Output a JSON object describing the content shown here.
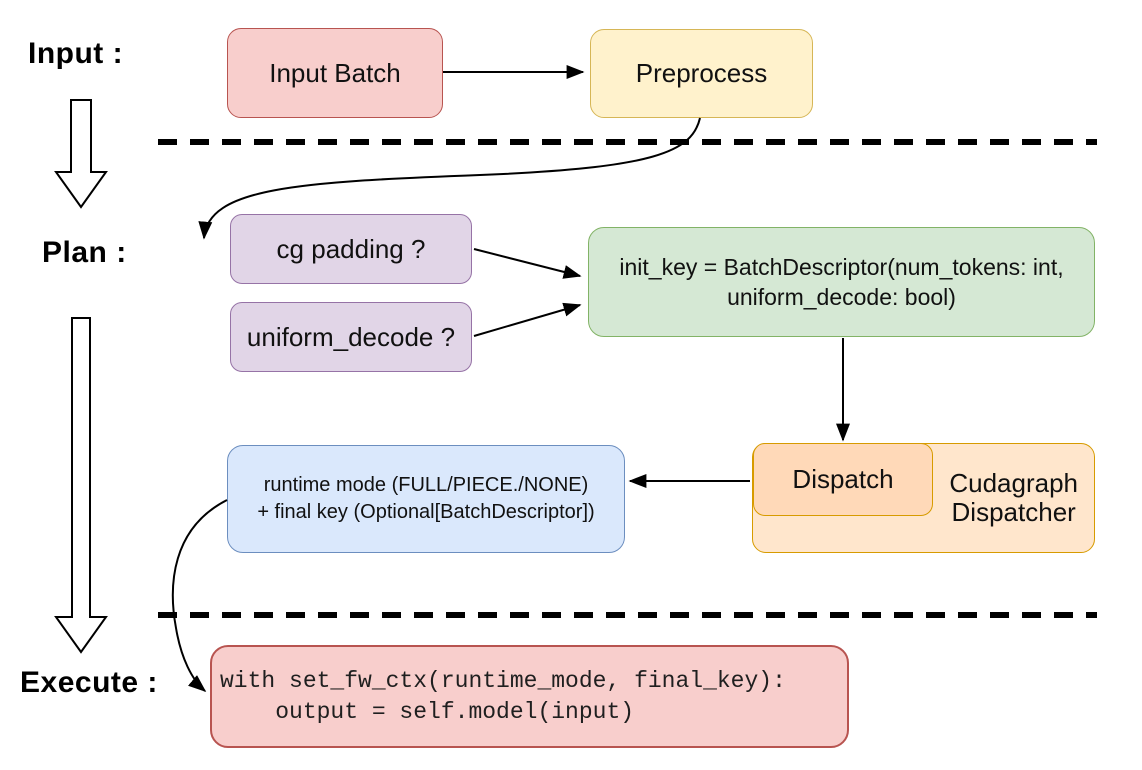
{
  "labels": {
    "input": "Input :",
    "plan": "Plan :",
    "execute": "Execute :"
  },
  "nodes": {
    "input_batch": {
      "label": "Input Batch",
      "fill": "#f8cecc",
      "stroke": "#b85450"
    },
    "preprocess": {
      "label": "Preprocess",
      "fill": "#fff2cc",
      "stroke": "#d6b656"
    },
    "cg_padding": {
      "label": "cg padding ?",
      "fill": "#e1d5e7",
      "stroke": "#9673a6"
    },
    "uniform_decode": {
      "label": "uniform_decode ?",
      "fill": "#e1d5e7",
      "stroke": "#9673a6"
    },
    "init_key": {
      "line1": "init_key = BatchDescriptor(num_tokens: int,",
      "line2": "uniform_decode: bool)",
      "fill": "#d5e8d4",
      "stroke": "#82b366"
    },
    "dispatch": {
      "label": "Dispatch",
      "fill": "#ffd9b8",
      "stroke": "#d79b00"
    },
    "cudagraph_dispatcher": {
      "line1": "Cudagraph",
      "line2": "Dispatcher",
      "fill": "#ffe6cc",
      "stroke": "#d79b00"
    },
    "runtime_result": {
      "line1": "runtime mode (FULL/PIECE./NONE)",
      "line2": "+ final key (Optional[BatchDescriptor])",
      "fill": "#dae8fc",
      "stroke": "#6c8ebf"
    },
    "execute_code": {
      "line1": "with set_fw_ctx(runtime_mode, final_key):",
      "line2": "    output = self.model(input)",
      "fill": "#f8cecc",
      "stroke": "#b85450"
    }
  }
}
